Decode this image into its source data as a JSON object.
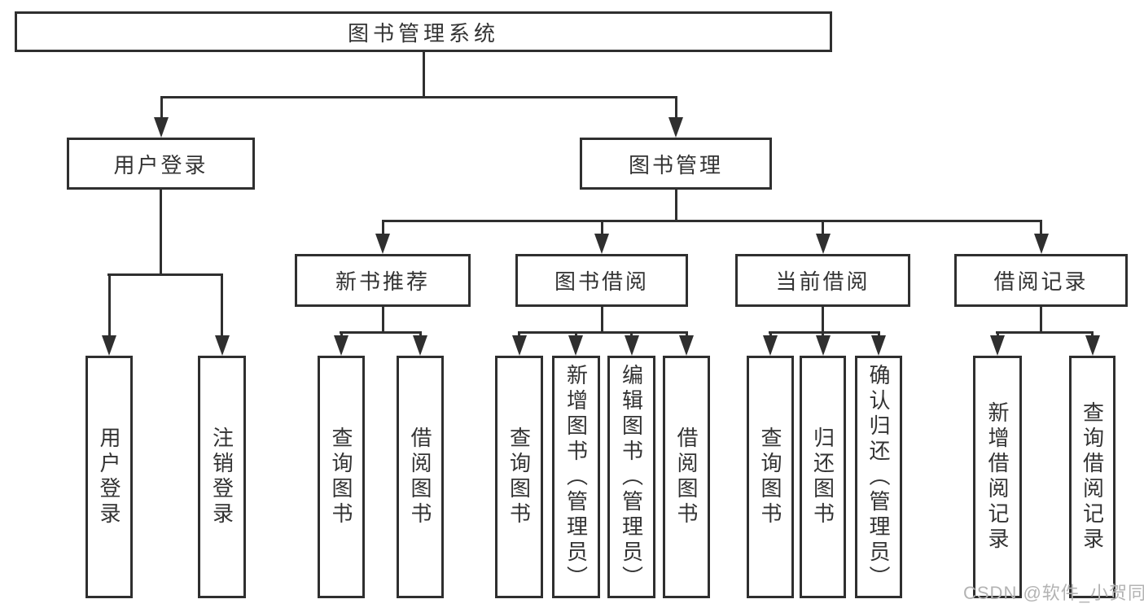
{
  "diagram": {
    "root": {
      "label": "图书管理系统"
    },
    "level2": [
      {
        "label": "用户登录",
        "children": [
          {
            "label": "用户登录"
          },
          {
            "label": "注销登录"
          }
        ]
      },
      {
        "label": "图书管理",
        "children": [
          {
            "label": "新书推荐",
            "children": [
              {
                "label": "查询图书"
              },
              {
                "label": "借阅图书"
              }
            ]
          },
          {
            "label": "图书借阅",
            "children": [
              {
                "label": "查询图书"
              },
              {
                "label": "新增图书（管理员）"
              },
              {
                "label": "编辑图书（管理员）"
              },
              {
                "label": "借阅图书"
              }
            ]
          },
          {
            "label": "当前借阅",
            "children": [
              {
                "label": "查询图书"
              },
              {
                "label": "归还图书"
              },
              {
                "label": "确认归还（管理员）"
              }
            ]
          },
          {
            "label": "借阅记录",
            "children": [
              {
                "label": "新增借阅记录"
              },
              {
                "label": "查询借阅记录"
              }
            ]
          }
        ]
      }
    ]
  },
  "watermark": {
    "text": "CSDN @软件_小贺同学"
  },
  "colors": {
    "line": "#2f2f2f",
    "text": "#333333",
    "watermark": "#b3b3b3",
    "background": "#ffffff"
  }
}
